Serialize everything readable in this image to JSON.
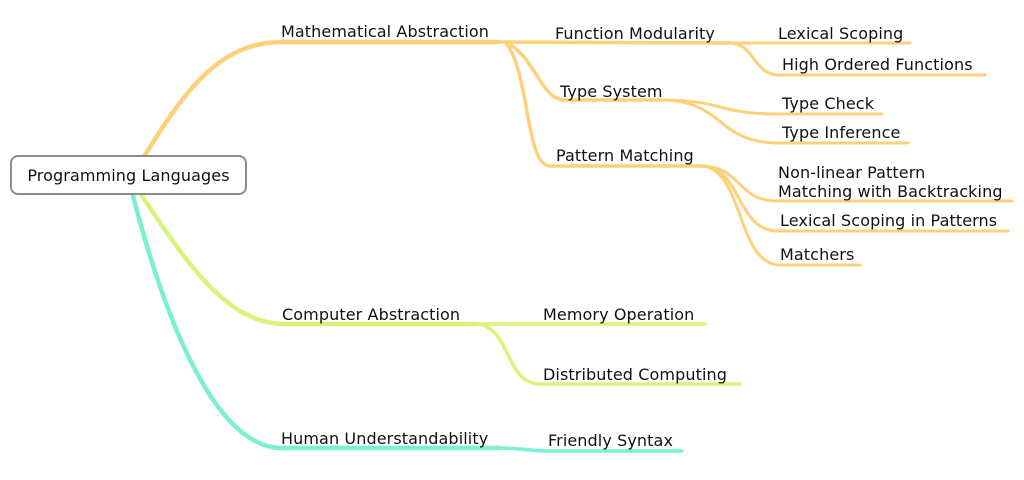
{
  "root": {
    "label": "Programming Languages"
  },
  "colors": {
    "math_branch": "#ffd07a",
    "computer_branch": "#d8f47a",
    "human_branch": "#7af0d0",
    "root_border": "#8c8c8c",
    "text": "#111111"
  },
  "branches": [
    {
      "id": "math",
      "label": "Mathematical Abstraction",
      "children": [
        {
          "id": "func",
          "label": "Function Modularity",
          "children": [
            {
              "id": "lex",
              "label": "Lexical Scoping"
            },
            {
              "id": "hof",
              "label": "High Ordered Functions"
            }
          ]
        },
        {
          "id": "type",
          "label": "Type System",
          "children": [
            {
              "id": "tc",
              "label": "Type Check"
            },
            {
              "id": "ti",
              "label": "Type Inference"
            }
          ]
        },
        {
          "id": "pm",
          "label": "Pattern Matching",
          "children": [
            {
              "id": "nl",
              "label": "Non-linear Pattern Matching with Backtracking",
              "lines": [
                "Non-linear Pattern",
                "Matching with Backtracking"
              ]
            },
            {
              "id": "lsp",
              "label": "Lexical Scoping in Patterns"
            },
            {
              "id": "match",
              "label": "Matchers"
            }
          ]
        }
      ]
    },
    {
      "id": "comp",
      "label": "Computer Abstraction",
      "children": [
        {
          "id": "mem",
          "label": "Memory Operation"
        },
        {
          "id": "dist",
          "label": "Distributed Computing"
        }
      ]
    },
    {
      "id": "human",
      "label": "Human Understandability",
      "children": [
        {
          "id": "syn",
          "label": "Friendly Syntax"
        }
      ]
    }
  ]
}
